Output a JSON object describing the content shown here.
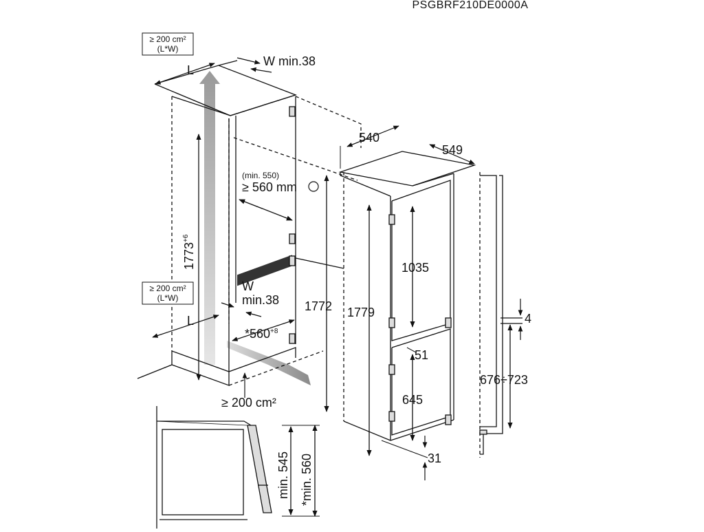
{
  "code": "PSGBRF210DE0000A",
  "vent_top": {
    "line1": "≥ 200 cm²",
    "line2": "(L*W)",
    "L": "L",
    "W": "W min.38"
  },
  "vent_mid": {
    "line1": "≥ 200 cm²",
    "line2": "(L*W)",
    "L": "L",
    "W1": "W",
    "W2": "min.38"
  },
  "vent_bottom": "≥ 200 cm²",
  "niche_height": {
    "base": "1773",
    "sup": "+6"
  },
  "niche_depth": {
    "text": "*560",
    "sup": "+8"
  },
  "door_clearance": {
    "line1": "(min. 550)",
    "line2": "≥ 560 mm"
  },
  "appliance": {
    "width": "540",
    "depth": "549",
    "height_total": "1772",
    "height_door": "1779",
    "upper_door": "1035",
    "lower_door": "645",
    "gap": "51",
    "bottom_gap": "31"
  },
  "side_profile": {
    "offset": "4",
    "range": "676÷723"
  },
  "detail": {
    "min_545": "min. 545",
    "min_560": "*min. 560"
  }
}
